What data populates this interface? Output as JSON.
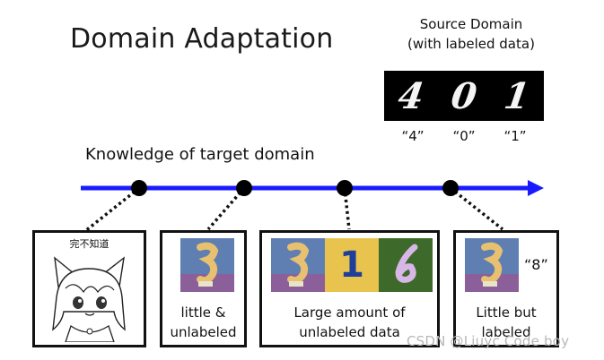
{
  "title": "Domain Adaptation",
  "source_domain": {
    "title_line1": "Source Domain",
    "title_line2": "(with labeled data)",
    "digits": [
      "4",
      "0",
      "1"
    ],
    "labels": [
      "“4”",
      "“0”",
      "“1”"
    ]
  },
  "axis_label": "Knowledge of target domain",
  "colors": {
    "axis": "#1a1aff",
    "dot": "#000000"
  },
  "cases": [
    {
      "caption": "完不知道"
    },
    {
      "label_line1": "little &",
      "label_line2": "unlabeled"
    },
    {
      "label_line1": "Large amount of",
      "label_line2": "unlabeled data",
      "digit": "1"
    },
    {
      "quote": "“8”",
      "label_line1": "Little but",
      "label_line2": "labeled"
    }
  ],
  "watermark": "CSDN @Liuyc Code boy"
}
